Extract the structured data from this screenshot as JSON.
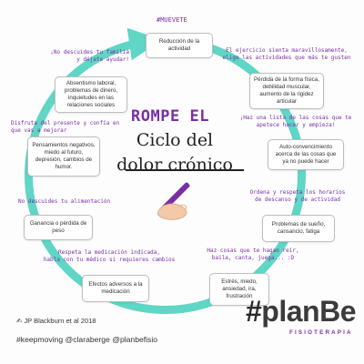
{
  "header": {
    "hashtag": "#MUÉVETE"
  },
  "title": {
    "line1": "ROMPE EL",
    "line2": "Ciclo del",
    "line3": "dolor crónico"
  },
  "cycle_boxes": [
    {
      "id": "reduccion",
      "text": "Reducción de la actividad"
    },
    {
      "id": "perdida-forma",
      "text": "Pérdida de la forma física, debilidad muscular, aumento de la rigidez articular"
    },
    {
      "id": "auto-convencimiento",
      "text": "Auto-convencimiento acerca de las cosas que ya no puede hacer"
    },
    {
      "id": "problemas-sueno",
      "text": "Problemas de sueño, cansancio, fatiga"
    },
    {
      "id": "estres",
      "text": "Estrés, miedo, ansiedad, ira, frustración"
    },
    {
      "id": "efectos-adversos",
      "text": "Efectos adversos a la medicación"
    },
    {
      "id": "ganancia-peso",
      "text": "Ganancia o pérdida de peso"
    },
    {
      "id": "pensamientos",
      "text": "Pensamientos negativos, miedo al futuro, depresión, cambios de humor."
    },
    {
      "id": "absentismo",
      "text": "Absentismo laboral, problemas de dinero, inquietudes en las relaciones sociales"
    }
  ],
  "tips": [
    {
      "id": "familia",
      "text": "¡No descuides tu familia\ny déjate ayudar!"
    },
    {
      "id": "ejercicio",
      "text": "El ejercicio sienta maravillosamente,\nelige las actividades que más te gusten"
    },
    {
      "id": "lista",
      "text": "¡Haz una lista de las cosas que te\napetece hacer y empieza!"
    },
    {
      "id": "horarios",
      "text": "Ordena y respeta los horarios\nde descanso y de actividad"
    },
    {
      "id": "reir",
      "text": "Haz cosas que te hagan reír,\nbaila, canta, juega... :D"
    },
    {
      "id": "medicacion",
      "text": "Respeta la medicación indicada,\nhabla con tu médico si requieres cambios"
    },
    {
      "id": "alimentacion",
      "text": "No descuides tu alimentación"
    },
    {
      "id": "presente",
      "text": "Disfruta del presente y confía en\nque vas a mejorar"
    }
  ],
  "footer": {
    "credit": "✍ JP Blackburn et al 2018",
    "hashtags": "#keepmoving @claraberge @planbefisio",
    "brand_hash": "#",
    "brand_plan": "plan",
    "brand_be": "Be",
    "brand_sub": "FISIOTERAPIA"
  },
  "colors": {
    "ring": "#5fd6c6",
    "accent_purple": "#7a2ea6",
    "text_dark": "#333333"
  }
}
